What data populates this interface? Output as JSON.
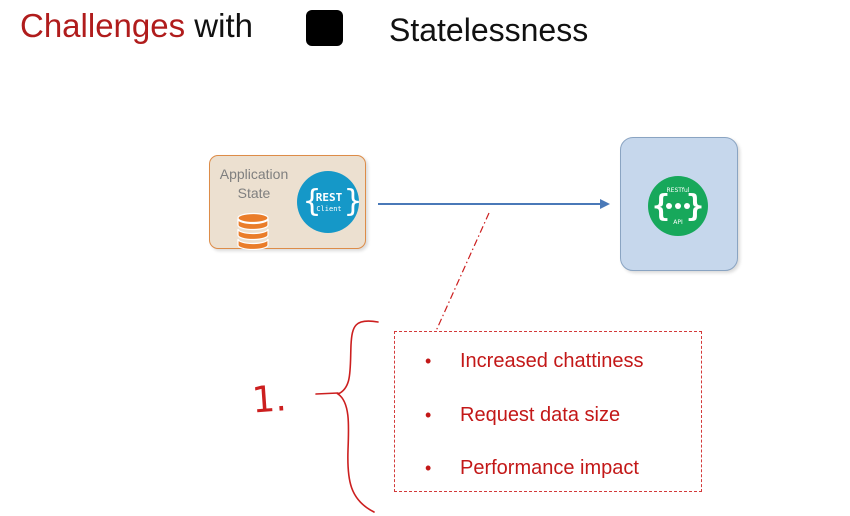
{
  "title": {
    "part1": "Challenges",
    "part2": "with",
    "part3": "Statelessness"
  },
  "client": {
    "label_line1": "Application",
    "label_line2": "State",
    "rest_badge_line1": "REST",
    "rest_badge_line2": "Client",
    "icons": [
      "database-icon",
      "rest-client-icon"
    ]
  },
  "api": {
    "badge_top": "RESTful",
    "badge_bottom": "API",
    "icon": "restful-api-icon"
  },
  "annotation": {
    "number": "1."
  },
  "list": {
    "items": [
      "Increased chattiness",
      "Request data size",
      "Performance impact"
    ]
  },
  "colors": {
    "title_red": "#b01c1c",
    "list_red": "#c31818",
    "client_fill": "#ece0d0",
    "client_border": "#dd8c48",
    "db_orange": "#ea7d2a",
    "rest_blue": "#1598c8",
    "api_fill": "#c6d7ec",
    "api_green": "#17a85b",
    "arrow_blue": "#4a79b8",
    "ink_red": "#cc1f1f"
  }
}
